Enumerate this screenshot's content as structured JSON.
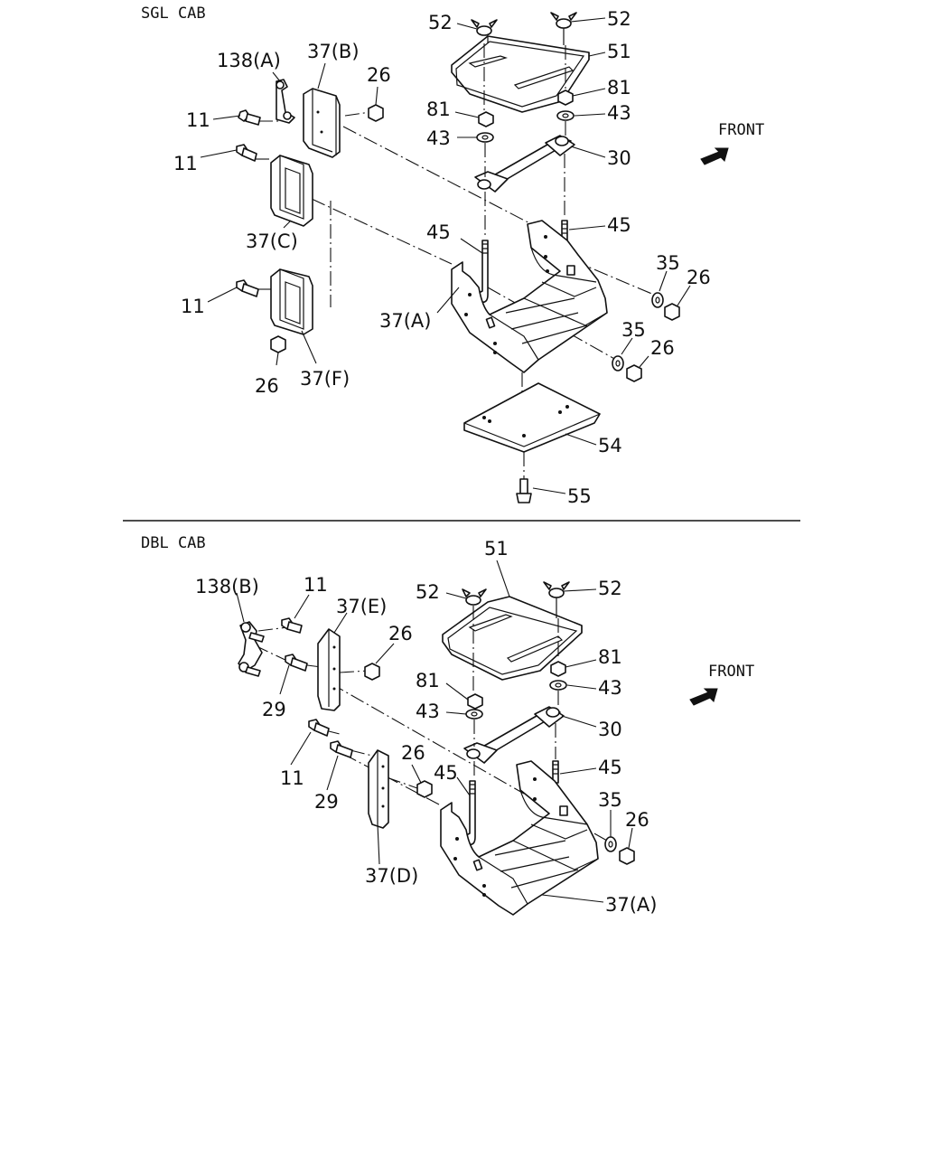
{
  "sections": {
    "sgl": {
      "title": "SGL CAB"
    },
    "dbl": {
      "title": "DBL CAB"
    }
  },
  "front_label": "FRONT",
  "icons": {
    "front_arrow": "front-arrow-icon"
  },
  "sgl_labels": {
    "l138a": "138(A)",
    "l37b": "37(B)",
    "l26a": "26",
    "l11a": "11",
    "l11b": "11",
    "l37c": "37(C)",
    "l11c": "11",
    "l26b": "26",
    "l37f": "37(F)",
    "l37a": "37(A)",
    "l52a": "52",
    "l52b": "52",
    "l51": "51",
    "l81a": "81",
    "l81b": "81",
    "l43a": "43",
    "l43b": "43",
    "l30": "30",
    "l45a": "45",
    "l45b": "45",
    "l35a": "35",
    "l26c": "26",
    "l35b": "35",
    "l26d": "26",
    "l54": "54",
    "l55": "55"
  },
  "dbl_labels": {
    "l138b": "138(B)",
    "l11a": "11",
    "l37e": "37(E)",
    "l26a": "26",
    "l29a": "29",
    "l11b": "11",
    "l29b": "29",
    "l26b": "26",
    "l37d": "37(D)",
    "l51": "51",
    "l52a": "52",
    "l52b": "52",
    "l81a": "81",
    "l81b": "81",
    "l43a": "43",
    "l43b": "43",
    "l30": "30",
    "l45a": "45",
    "l45b": "45",
    "l35": "35",
    "l26c": "26",
    "l37a": "37(A)"
  }
}
